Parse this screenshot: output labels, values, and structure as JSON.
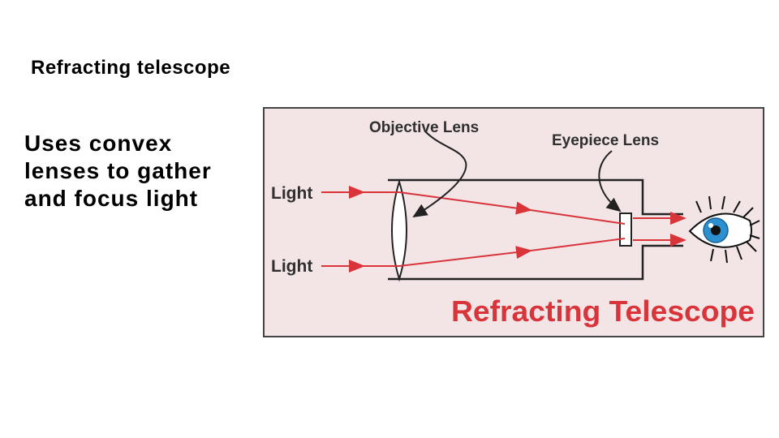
{
  "slide": {
    "title": "Refracting telescope",
    "body_lines": [
      "Uses convex",
      "lenses to gather",
      "and focus light"
    ]
  },
  "diagram": {
    "labels": {
      "objective": "Objective Lens",
      "eyepiece": "Eyepiece Lens",
      "light_top": "Light",
      "light_bottom": "Light",
      "caption": "Refracting Telescope"
    },
    "colors": {
      "background": "#f3e4e6",
      "ray": "#d8343a",
      "caption": "#d8343a",
      "tube": "#222222",
      "iris": "#2b8fd0"
    }
  }
}
